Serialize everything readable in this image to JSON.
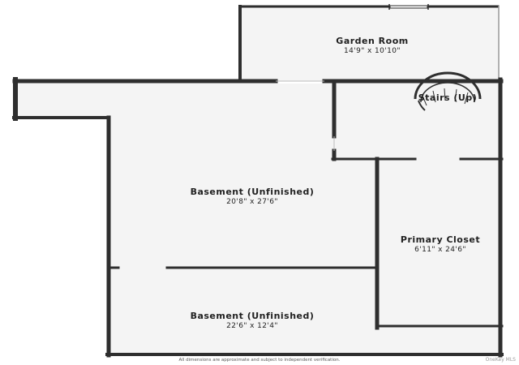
{
  "rooms": [
    {
      "name": "Garden Room",
      "dims": "14'9\" x 10'10\""
    },
    {
      "name": "Stairs (Up)",
      "dims": ""
    },
    {
      "name": "Basement (Unfinished)",
      "dims": "20'8\" x 27'6\""
    },
    {
      "name": "Primary Closet",
      "dims": "6'11\" x 24'6\""
    },
    {
      "name": "Basement (Unfinished)",
      "dims": "22'6\" x 12'4\""
    }
  ],
  "footer": {
    "disclaimer": "All dimensions are approximate and subject to independent verification.",
    "watermark": "OneKey MLS"
  },
  "colors": {
    "wall": "#2e2e2e",
    "floor": "#f4f4f4",
    "background": "#ffffff"
  }
}
